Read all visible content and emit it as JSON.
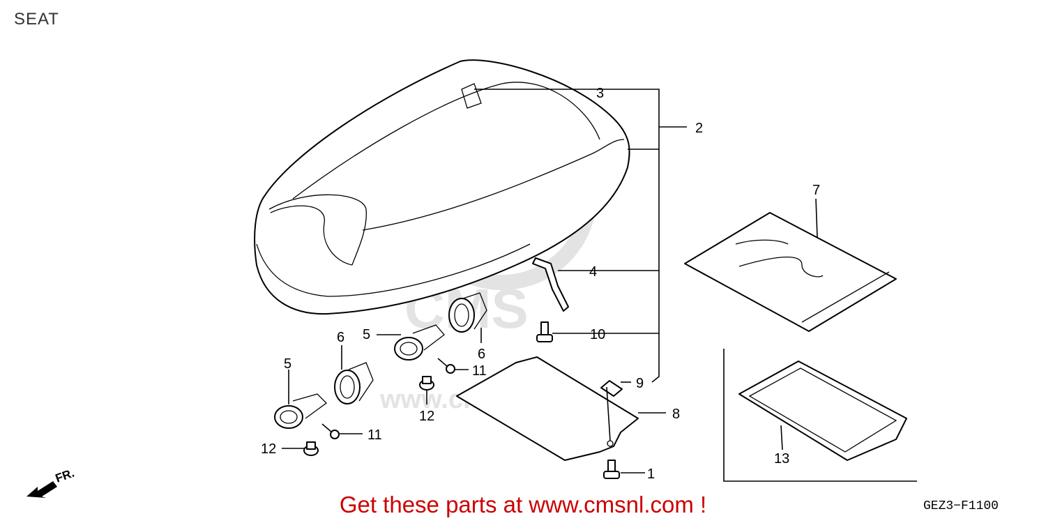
{
  "page": {
    "title": "SEAT"
  },
  "callouts": {
    "c1": "1",
    "c2": "2",
    "c3": "3",
    "c4": "4",
    "c5a": "5",
    "c5b": "5",
    "c6a": "6",
    "c6b": "6",
    "c7": "7",
    "c8": "8",
    "c9": "9",
    "c10": "10",
    "c11a": "11",
    "c11b": "11",
    "c12a": "12",
    "c12b": "12",
    "c13": "13"
  },
  "watermark": {
    "text": "www.cmsnl.com",
    "logo": "CMS"
  },
  "direction": {
    "label": "FR."
  },
  "footer": {
    "promo": "Get these parts at www.cmsnl.com !",
    "code": "GEZ3−F1100"
  },
  "colors": {
    "promo": "#cc0000",
    "watermark": "#e3e3e3",
    "lines": "#000000"
  }
}
